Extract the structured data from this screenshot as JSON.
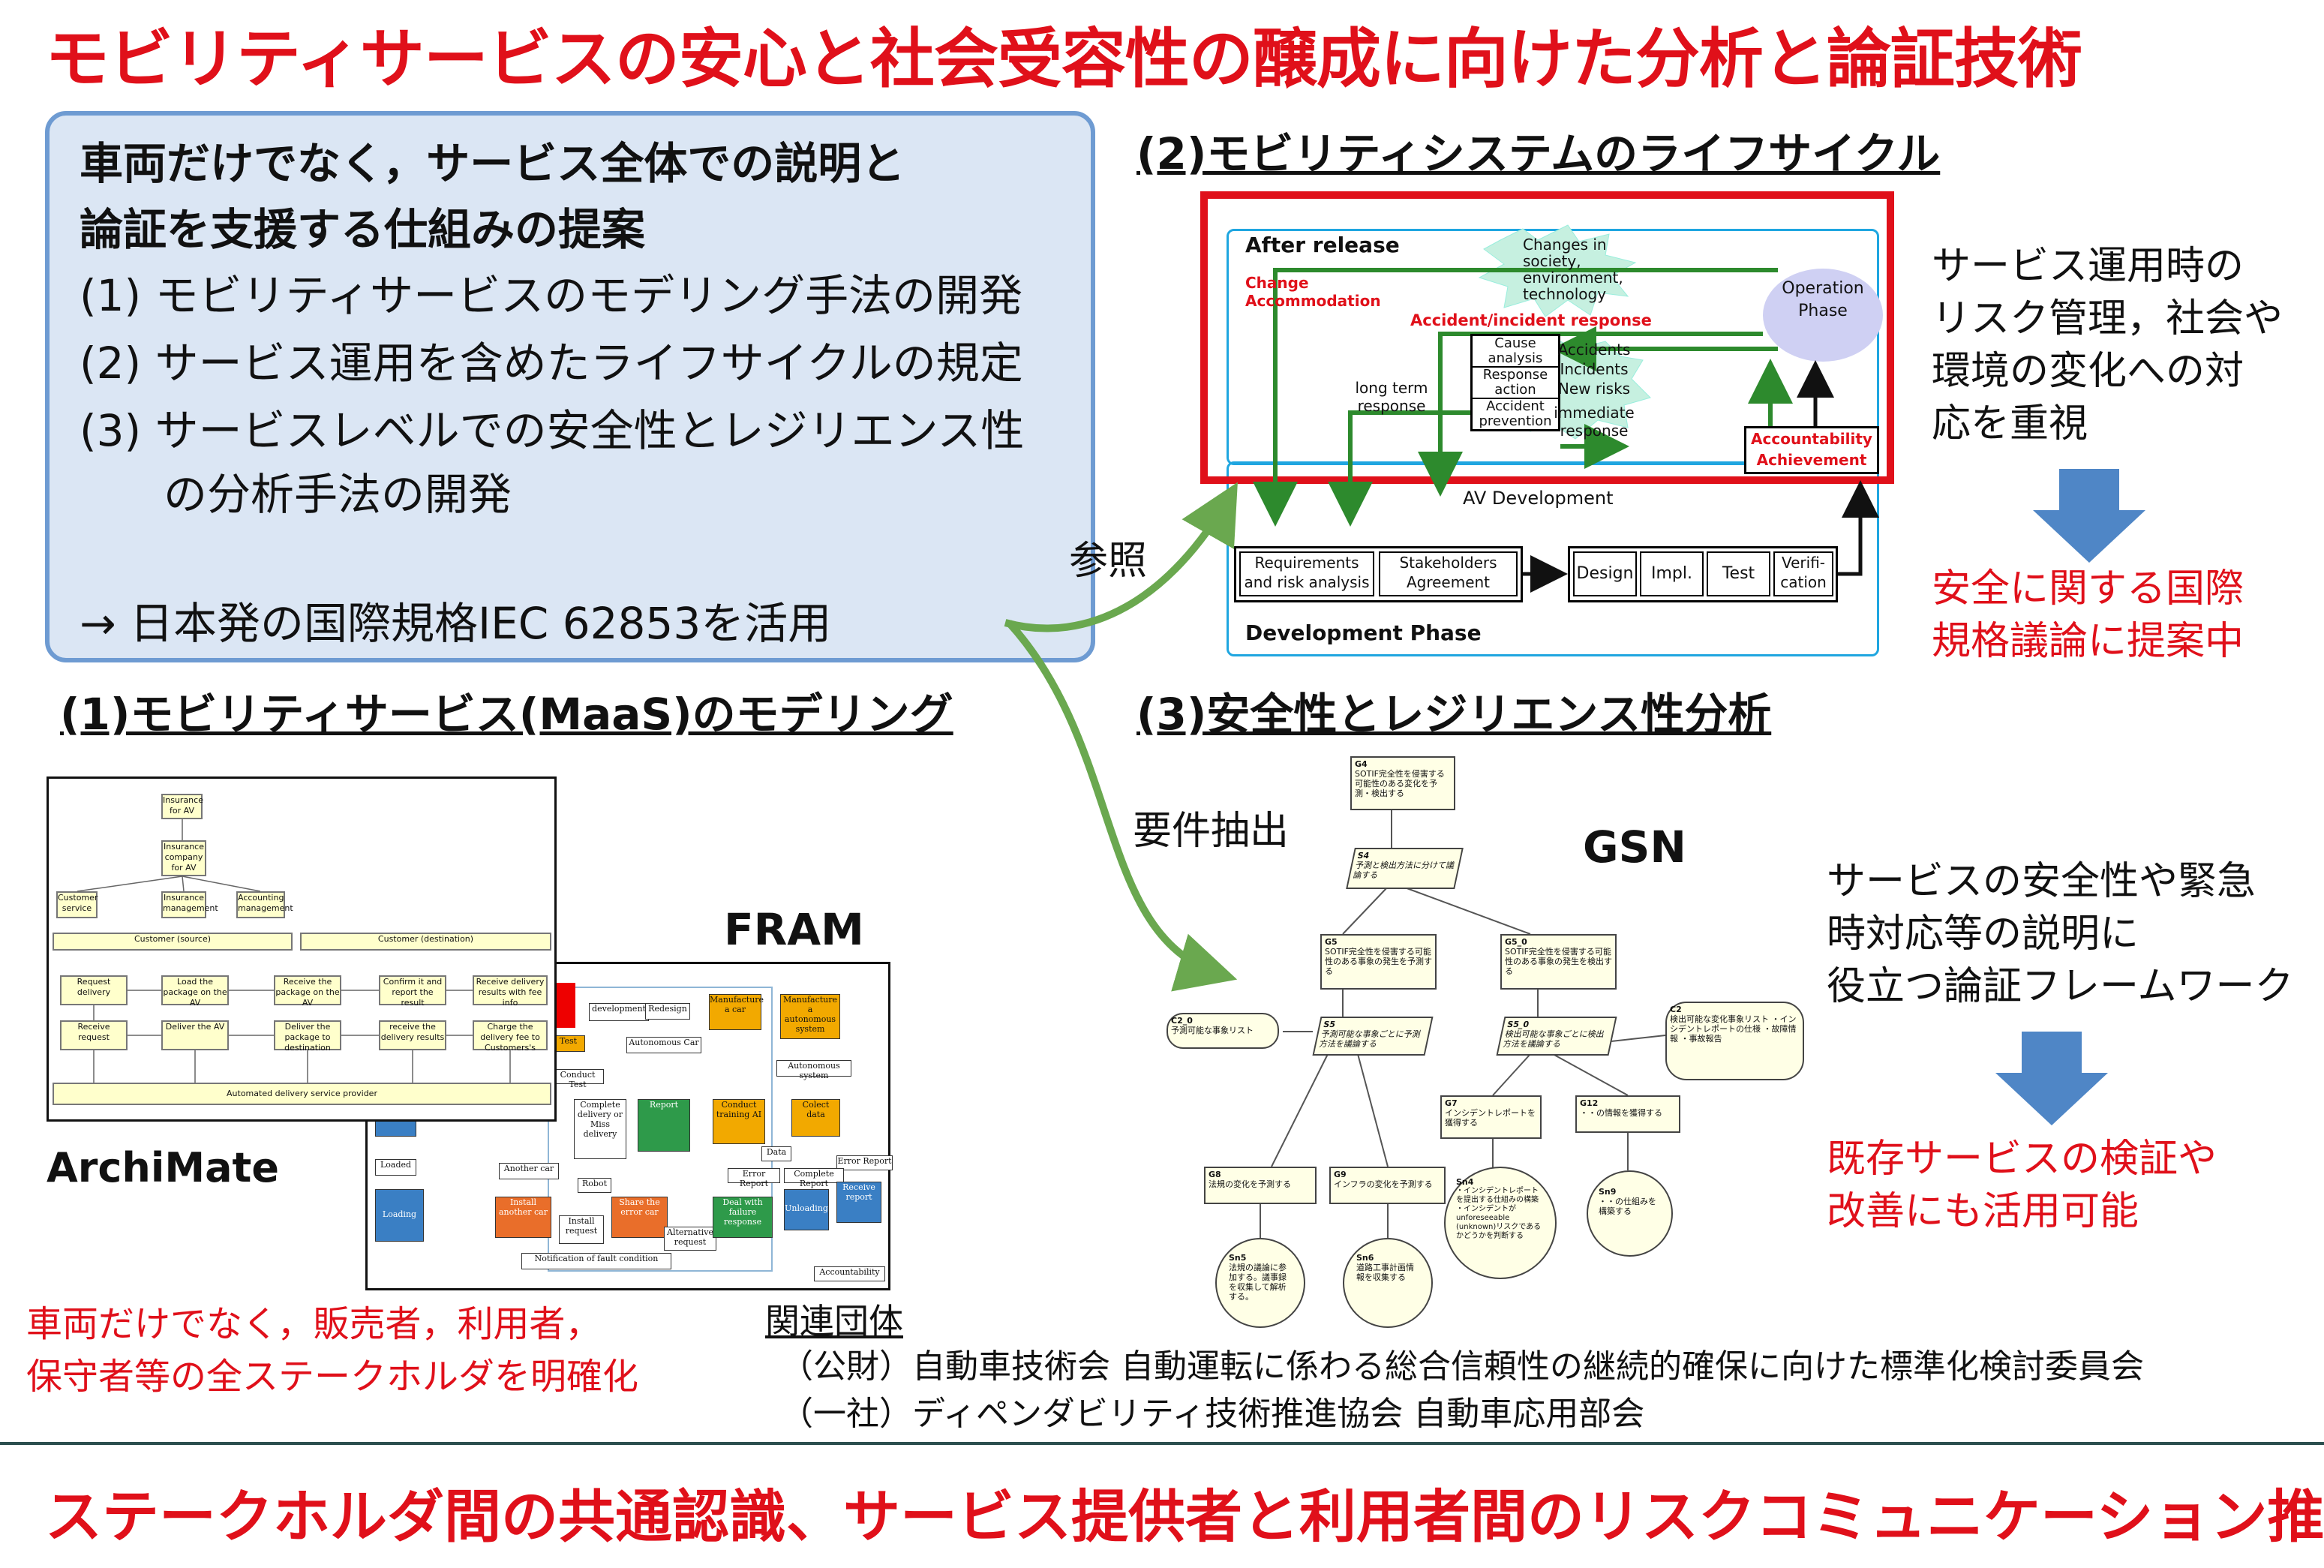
{
  "title": "モビリティサービスの安心と社会受容性の醸成に向けた分析と論証技術",
  "proposal": {
    "heading_line1": "車両だけでなく，サービス全体での説明と",
    "heading_line2": "論証を支援する仕組みの提案",
    "item1": "(1) モビリティサービスのモデリング手法の開発",
    "item2": "(2) サービス運用を含めたライフサイクルの規定",
    "item3_line1": "(3) サービスレベルでの安全性とレジリエンス性",
    "item3_line2": "の分析手法の開発",
    "footer": "→ 日本発の国際規格IEC 62853を活用"
  },
  "section2": {
    "title": "(2)モビリティシステムのライフサイクル",
    "after_release": "After release",
    "changes": "Changes in society, environment, technology",
    "operation_phase": "Operation Phase",
    "change_accommodation": "Change Accommodation",
    "accident_response": "Accident/incident response",
    "cause_analysis": "Cause analysis",
    "response_action": "Response action",
    "accident_prevention": "Accident prevention",
    "accidents": "Accidents",
    "incidents": "Incidents",
    "new_risks": "New risks",
    "immediate_response": "immediate response",
    "long_term_response": "long term response",
    "accountability": "Accountability Achievement",
    "av_development": "AV Development",
    "requirements": "Requirements and risk analysis",
    "stakeholders": "Stakeholders Agreement",
    "design": "Design",
    "impl": "Impl.",
    "test": "Test",
    "verification": "Verifi-cation",
    "development_phase": "Development Phase",
    "note_line1": "サービス運用時の",
    "note_line2": "リスク管理，社会や",
    "note_line3": "環境の変化への対",
    "note_line4": "応を重視",
    "proposal_line1": "安全に関する国際",
    "proposal_line2": "規格議論に提案中"
  },
  "arrows": {
    "sansho": "参照",
    "youken": "要件抽出"
  },
  "section1": {
    "title": "(1)モビリティサービス(MaaS)のモデリング",
    "archimate": "ArchiMate",
    "fram": "FRAM",
    "note_line1": "車両だけでなく，販売者，利用者，",
    "note_line2": "保守者等の全ステークホルダを明確化"
  },
  "archimate_diagram": {
    "insurance_av": "Insurance for AV",
    "insurance_company": "Insurance company for AV",
    "customer_service": "Customer service",
    "insurance_mgmt": "Insurance management",
    "accounting_mgmt": "Accounting management",
    "customer_source": "Customer (source)",
    "customer_destination": "Customer (destination)",
    "row1": [
      "Request delivery",
      "Load the package on the AV",
      "Receive the package on the AV",
      "Confirm it and report the result",
      "Receive delivery results with fee info"
    ],
    "row2": [
      "Receive request",
      "Deliver the AV",
      "Deliver the package to destination",
      "receive the delivery results",
      "Charge the delivery fee to Customers's"
    ],
    "provider": "Automated delivery service provider"
  },
  "fram_diagram": {
    "development": "development",
    "redesign": "Redesign",
    "manufacture_car": "Manufacture a car",
    "manufacture_system": "Manufacture a autonomous system",
    "test": "Test",
    "autonomous_car": "Autonomous Car",
    "autonomous_system": "Autonomous system",
    "conduct_test": "Conduct Test",
    "complete_delivery": "Complete delivery or Miss delivery",
    "report": "Report",
    "conduct_training": "Conduct training AI",
    "collect_data": "Colect data",
    "data": "Data",
    "error_report": "Error Report",
    "error_report2": "Error Report",
    "complete_report": "Complete Report",
    "another_car": "Another car",
    "robot": "Robot",
    "loaded": "Loaded",
    "loading": "Loading",
    "install_another": "Install another car",
    "install_request": "Install request",
    "share_error": "Share the error car",
    "alternative_request": "Alternative request",
    "deal_failure": "Deal with failure response",
    "unloading": "Unloading",
    "receive_report": "Receive report",
    "notification": "Notification of fault condition",
    "accountability": "Accountability",
    "delivery": "delivery"
  },
  "section3": {
    "title": "(3)安全性とレジリエンス性分析",
    "gsn": "GSN",
    "note_line1": "サービスの安全性や緊急",
    "note_line2": "時対応等の説明に",
    "note_line3": "役立つ論証フレームワーク",
    "use_line1": "既存サービスの検証や",
    "use_line2": "改善にも活用可能"
  },
  "gsn_diagram": {
    "g4_id": "G4",
    "g4_text": "SOTIF完全性を侵害する可能性のある変化を予測・検出する",
    "s4_id": "S4",
    "s4_text": "予測と検出方法に分けて議論する",
    "g5_id": "G5",
    "g5_text": "SOTIF完全性を侵害する可能性のある事象の発生を予測する",
    "g5_0_id": "G5_0",
    "g5_0_text": "SOTIF完全性を侵害する可能性のある事象の発生を検出する",
    "c2_0_id": "C2_0",
    "c2_0_text": "予測可能な事象リスト",
    "s5_id": "S5",
    "s5_text": "予測可能な事象ごとに予測方法を議論する",
    "s5_0_id": "S5_0",
    "s5_0_text": "検出可能な事象ごとに検出方法を議論する",
    "c2_id": "C2",
    "c2_text": "検出可能な変化事象リスト ・インシデントレポートの仕様 ・故障情報 ・事故報告",
    "g7_id": "G7",
    "g7_text": "インシデントレポートを獲得する",
    "g12_id": "G12",
    "g12_text": "・・の情報を獲得する",
    "g8_id": "G8",
    "g8_text": "法規の変化を予測する",
    "g9_id": "G9",
    "g9_text": "インフラの変化を予測する",
    "sn4_id": "Sn4",
    "sn4_text": "・インシデントレポートを提出する仕組みの構築 ・インシデントがunforeseeable (unknown)リスクであるかどうかを判断する",
    "sn9_id": "Sn9",
    "sn9_text": "・・の仕組みを構築する",
    "sn5_id": "Sn5",
    "sn5_text": "法規の議論に参加する。議事録を収集して解析する。",
    "sn6_id": "Sn6",
    "sn6_text": "道路工事計画情報を収集する"
  },
  "related": {
    "heading": "関連団体",
    "line1": "（公財）自動車技術会 自動運転に係わる総合信頼性の継続的確保に向けた標準化検討委員会",
    "line2": "（一社）ディペンダビリティ技術推進協会 自動車応用部会"
  },
  "bottom": "ステークホルダ間の共通認識、サービス提供者と利用者間のリスクコミュニケーション推進",
  "colors": {
    "accent_red": "#e0101a",
    "panel_blue": "#dbe6f4",
    "border_blue": "#6e9bd2",
    "arrow_green": "#6aa84f",
    "cyan": "#00a8e6"
  }
}
